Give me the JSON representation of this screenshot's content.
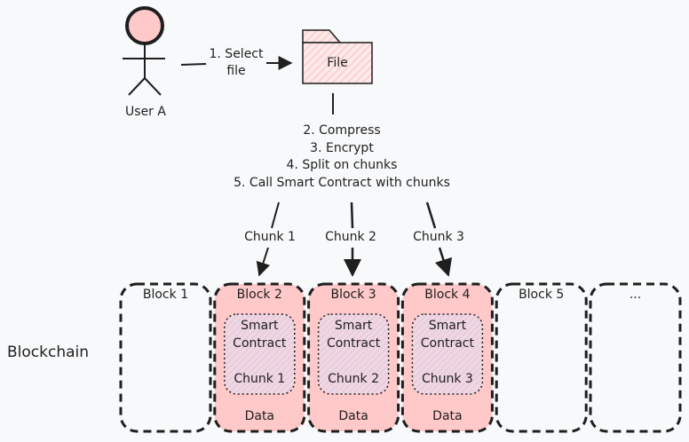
{
  "actor": {
    "name": "User A",
    "head_color": "#ffc9c9"
  },
  "arrow_select": {
    "label_line1": "1. Select",
    "label_line2": "file"
  },
  "file": {
    "label": "File",
    "fill_color": "#ffc9c9"
  },
  "steps": [
    "2. Compress",
    "3. Encrypt",
    "4. Split on chunks",
    "5. Call Smart Contract with chunks"
  ],
  "chunk_arrows": [
    {
      "label": "Chunk 1"
    },
    {
      "label": "Chunk 2"
    },
    {
      "label": "Chunk 3"
    }
  ],
  "blockchain_label": "Blockchain",
  "blocks": [
    {
      "title": "Block 1",
      "filled": false
    },
    {
      "title": "Block 2",
      "filled": true,
      "contract_line1": "Smart",
      "contract_line2": "Contract",
      "chunk": "Chunk 1",
      "footer": "Data"
    },
    {
      "title": "Block 3",
      "filled": true,
      "contract_line1": "Smart",
      "contract_line2": "Contract",
      "chunk": "Chunk 2",
      "footer": "Data"
    },
    {
      "title": "Block 4",
      "filled": true,
      "contract_line1": "Smart",
      "contract_line2": "Contract",
      "chunk": "Chunk 3",
      "footer": "Data"
    },
    {
      "title": "Block 5",
      "filled": false
    },
    {
      "title": "...",
      "filled": false
    }
  ],
  "colors": {
    "block_fill": "#ffc9c9",
    "contract_hatch": "#d0bfff",
    "stroke": "#1e1e1e",
    "background": "#f8f9fa"
  }
}
